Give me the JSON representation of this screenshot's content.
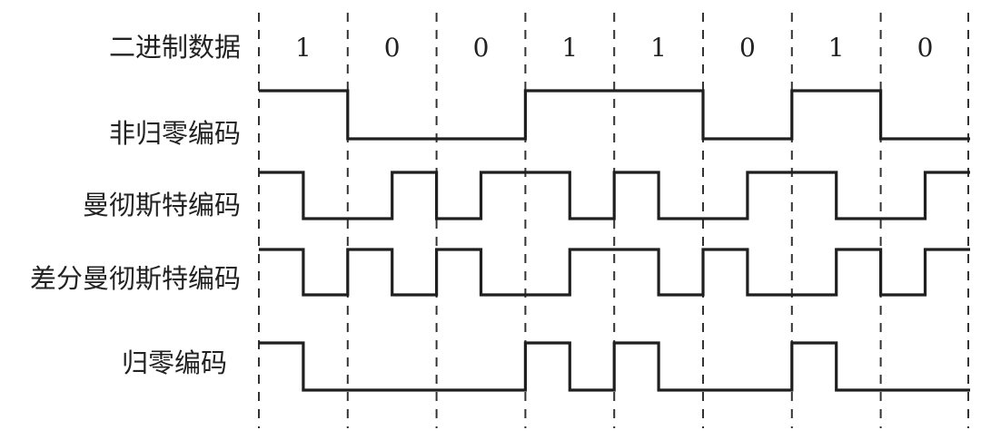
{
  "labels": {
    "binary_data": "二进制数据",
    "nrz": "非归零编码",
    "manchester": "曼彻斯特编码",
    "diff_manchester": "差分曼彻斯特编码",
    "rz": "归零编码"
  },
  "bits": [
    "1",
    "0",
    "0",
    "1",
    "1",
    "0",
    "1",
    "0"
  ],
  "waveforms": {
    "nrz": [
      1,
      1,
      0,
      0,
      0,
      0,
      1,
      1,
      1,
      1,
      0,
      0,
      1,
      1,
      0,
      0
    ],
    "manchester": [
      1,
      0,
      0,
      1,
      0,
      1,
      1,
      0,
      1,
      0,
      0,
      1,
      1,
      0,
      0,
      1
    ],
    "diff_manchester": [
      1,
      0,
      1,
      0,
      1,
      0,
      0,
      1,
      1,
      0,
      1,
      0,
      0,
      1,
      0,
      1
    ],
    "rz": [
      1,
      0,
      0,
      0,
      0,
      0,
      1,
      0,
      1,
      0,
      0,
      0,
      1,
      0,
      0,
      0
    ]
  }
}
